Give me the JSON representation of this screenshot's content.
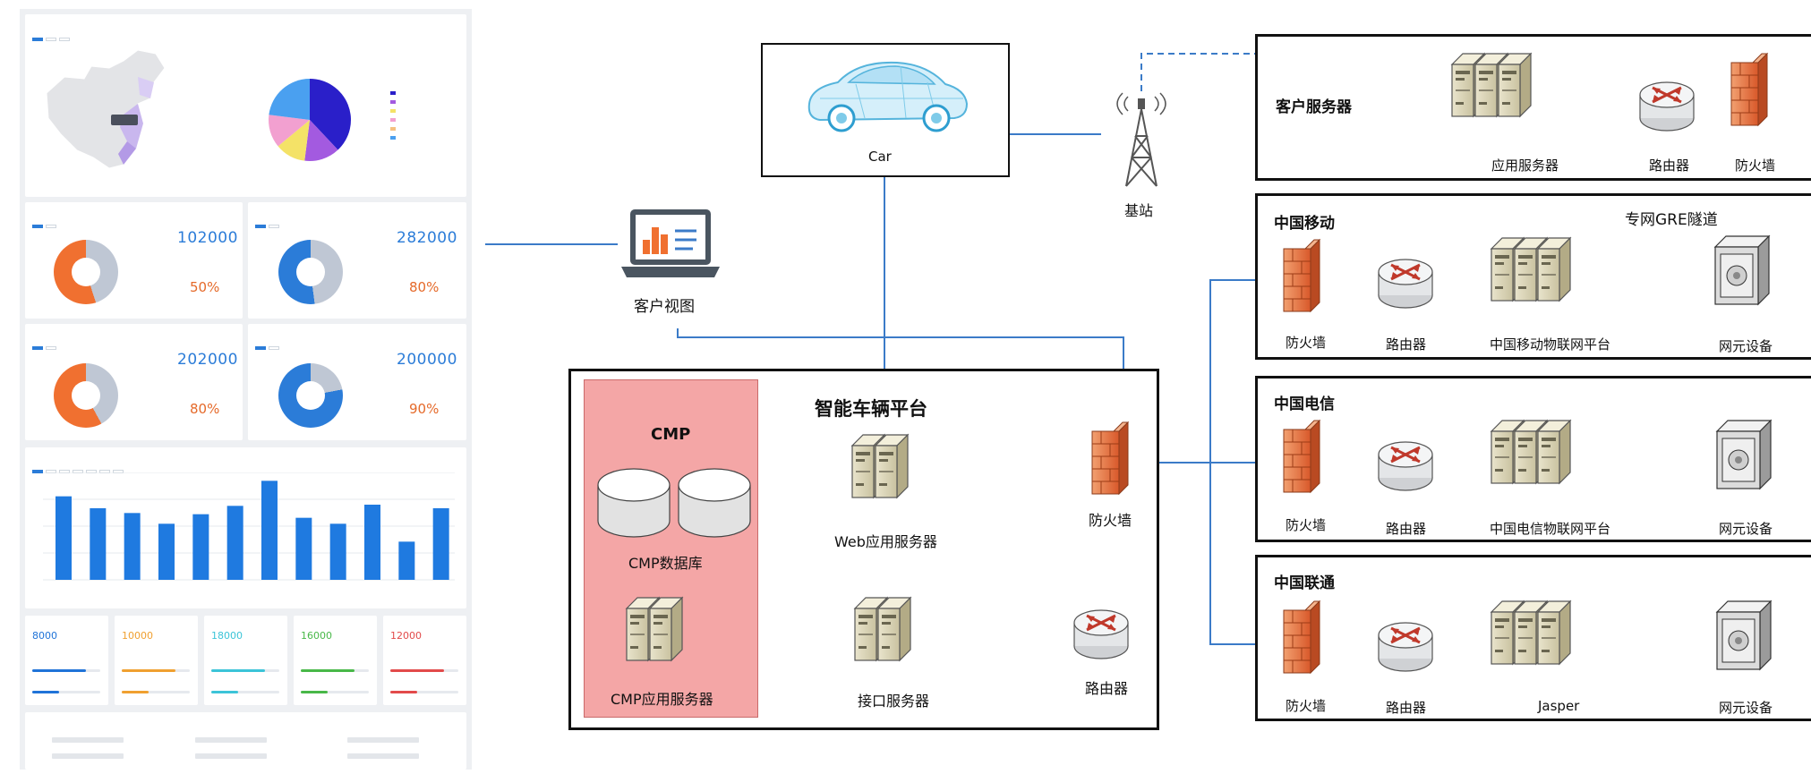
{
  "dashboard": {
    "map_title": "",
    "kpi1": {
      "value": "102000",
      "pct": "50%"
    },
    "kpi2": {
      "value": "282000",
      "pct": "80%"
    },
    "kpi3": {
      "value": "202000",
      "pct": "80%"
    },
    "kpi4": {
      "value": "200000",
      "pct": "90%"
    },
    "stat_cards": [
      {
        "value": "8000",
        "color": "#1f73d8"
      },
      {
        "value": "10000",
        "color": "#f0a030"
      },
      {
        "value": "18000",
        "color": "#3cc4d8"
      },
      {
        "value": "16000",
        "color": "#48b848"
      },
      {
        "value": "12000",
        "color": "#e24a4a"
      }
    ],
    "bar_chart": {
      "values": [
        70,
        60,
        56,
        47,
        55,
        62,
        83,
        52,
        47,
        63,
        32,
        60
      ],
      "max": 90
    },
    "pie": {
      "slices": [
        {
          "value": 38,
          "color": "#2a1fc9"
        },
        {
          "value": 14,
          "color": "#a35ae0"
        },
        {
          "value": 12,
          "color": "#f4e267"
        },
        {
          "value": 13,
          "color": "#f2a0d0"
        },
        {
          "value": 23,
          "color": "#4aa0f0"
        }
      ]
    }
  },
  "diagram": {
    "car": "Car",
    "base_station": "基站",
    "customer_view": "客户视图",
    "platform": {
      "title": "智能车辆平台",
      "cmp": "CMP",
      "cmp_db": "CMP数据库",
      "cmp_app": "CMP应用服务器",
      "web": "Web应用服务器",
      "api": "接口服务器",
      "firewall": "防火墙",
      "router": "路由器"
    },
    "customer_server": {
      "title": "客户服务器",
      "app": "应用服务器",
      "router": "路由器",
      "firewall": "防火墙"
    },
    "gre": "专网GRE隧道",
    "mobile": {
      "title": "中国移动",
      "firewall": "防火墙",
      "router": "路由器",
      "platform": "中国移动物联网平台",
      "ne": "网元设备"
    },
    "telecom": {
      "title": "中国电信",
      "firewall": "防火墙",
      "router": "路由器",
      "platform": "中国电信物联网平台",
      "ne": "网元设备"
    },
    "unicom": {
      "title": "中国联通",
      "firewall": "防火墙",
      "router": "路由器",
      "platform": "Jasper",
      "ne": "网元设备"
    }
  }
}
